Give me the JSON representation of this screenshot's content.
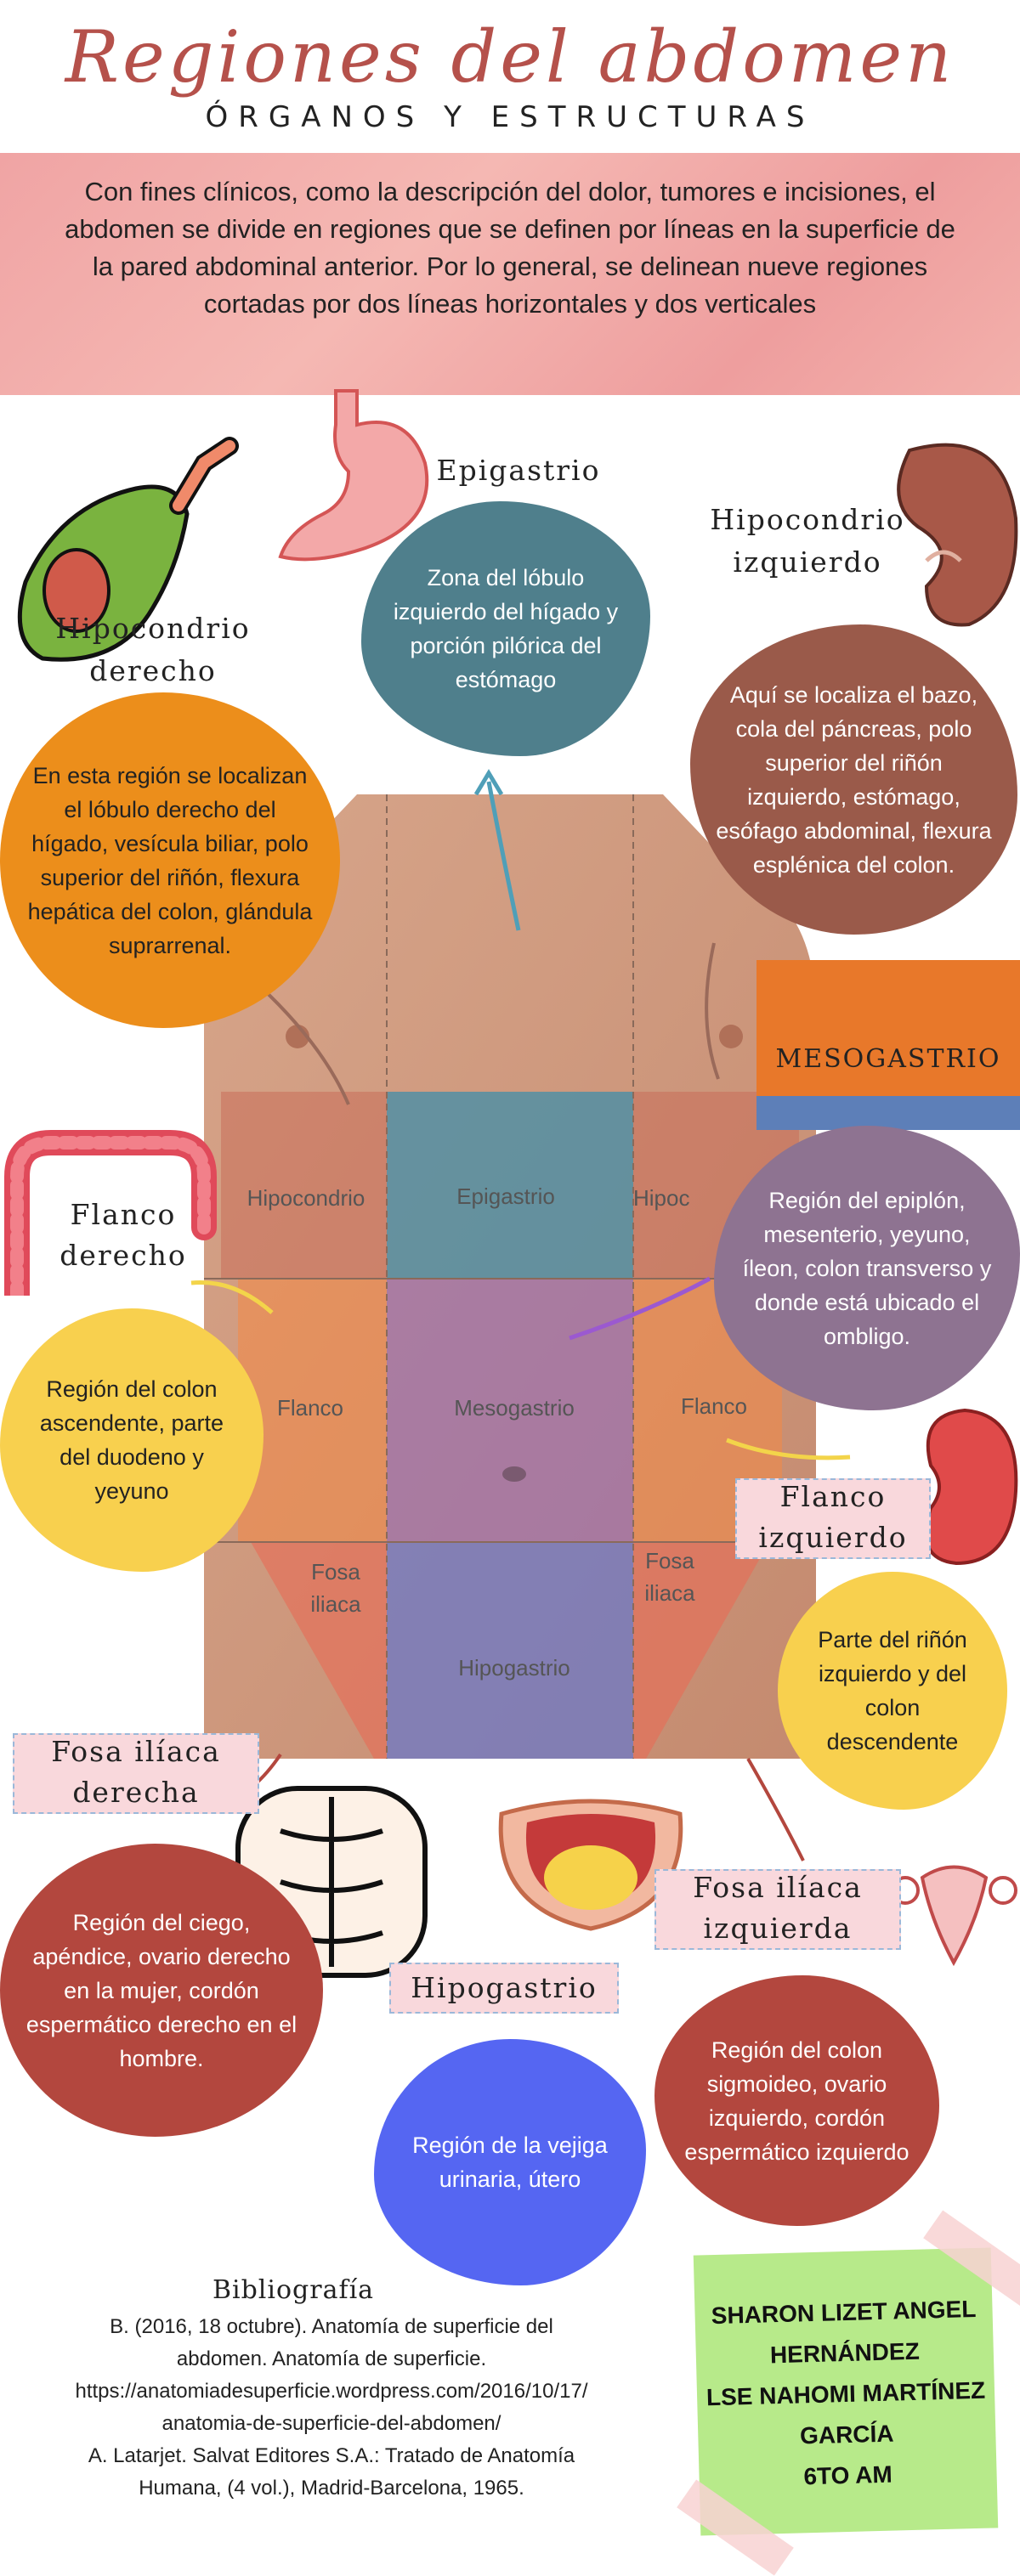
{
  "header": {
    "title": "Regiones del abdomen",
    "subtitle": "ÓRGANOS Y ESTRUCTURAS"
  },
  "intro": "Con fines clínicos, como la descripción del dolor, tumores e incisiones, el abdomen se divide en regiones que se definen por líneas en la superficie de la pared abdominal anterior. Por lo general, se delinean nueve regiones cortadas por dos líneas horizontales y dos verticales",
  "regions": {
    "epigastrio": {
      "title": "Epigastrio",
      "text": "Zona del lóbulo izquierdo del hígado y porción pilórica del estómago",
      "color": "#4f7f8c"
    },
    "hipocondrio_izquierdo": {
      "title_line1": "Hipocondrio",
      "title_line2": "izquierdo",
      "text": "Aquí se localiza el bazo, cola del páncreas, polo superior del riñón izquierdo, estómago, esófago abdominal, flexura esplénica del colon.",
      "color": "#9a5a4a"
    },
    "hipocondrio_derecho": {
      "title_line1": "Hipocondrio",
      "title_line2": "derecho",
      "text": "En esta región se localizan el lóbulo derecho del hígado, vesícula biliar, polo superior del riñón, flexura hepática del colon, glándula suprarrenal.",
      "color": "#ec8e1b"
    },
    "mesogastrio": {
      "title": "MESOGASTRIO",
      "text": "Región del epiplón, mesenterio, yeyuno, íleon, colon transverso y donde está ubicado el ombligo.",
      "color": "#8e7391"
    },
    "flanco_derecho": {
      "title_line1": "Flanco",
      "title_line2": "derecho",
      "text": "Región del colon ascendente, parte del duodeno y yeyuno",
      "color": "#f8d04e"
    },
    "flanco_izquierdo": {
      "title_line1": "Flanco",
      "title_line2": "izquierdo",
      "text": "Parte del riñón izquierdo y del colon descendente",
      "color": "#f8d04e"
    },
    "fosa_iliaca_derecha": {
      "title_line1": "Fosa ilíaca",
      "title_line2": "derecha",
      "text": "Región del ciego, apéndice, ovario derecho en la mujer, cordón espermático derecho en el hombre.",
      "color": "#b3473e"
    },
    "fosa_iliaca_izquierda": {
      "title_line1": "Fosa ilíaca",
      "title_line2": "izquierda",
      "text": "Región del colon sigmoideo, ovario izquierdo, cordón espermático izquierdo",
      "color": "#b3473e"
    },
    "hipogastrio": {
      "title": "Hipogastrio",
      "text": "Región de la vejiga urinaria, útero",
      "color": "#5566f2"
    }
  },
  "torso_labels": {
    "hipocondrio_left": "Hipocondrio",
    "epigastrio": "Epigastrio",
    "hipocondrio_right": "Hipoc",
    "flanco_left": "Flanco",
    "mesogastrio": "Mesogastrio",
    "flanco_right": "Flanco",
    "fosa_left_1": "Fosa",
    "fosa_left_2": "iliaca",
    "hipogastrio": "Hipogastrio",
    "fosa_right_1": "Fosa",
    "fosa_right_2": "iliaca"
  },
  "bibliography": {
    "title": "Bibliografía",
    "lines": [
      "B. (2016, 18 octubre). Anatomía de superficie del",
      "abdomen. Anatomía de superficie.",
      "https://anatomiadesuperficie.wordpress.com/2016/10/17/",
      "anatomia-de-superficie-del-abdomen/",
      "A. Latarjet. Salvat Editores S.A.: Tratado de Anatomía",
      "Humana, (4 vol.), Madrid-Barcelona, 1965."
    ]
  },
  "authors": [
    "SHARON LIZET ANGEL",
    "HERNÁNDEZ",
    "LSE NAHOMI MARTÍNEZ",
    "GARCÍA",
    "6TO AM"
  ],
  "icons": [
    "gallbladder-icon",
    "stomach-icon",
    "spleen-icon",
    "kidney-icon",
    "intestine-icon",
    "colon-icon",
    "bladder-icon",
    "uterus-icon",
    "navel-icon"
  ]
}
